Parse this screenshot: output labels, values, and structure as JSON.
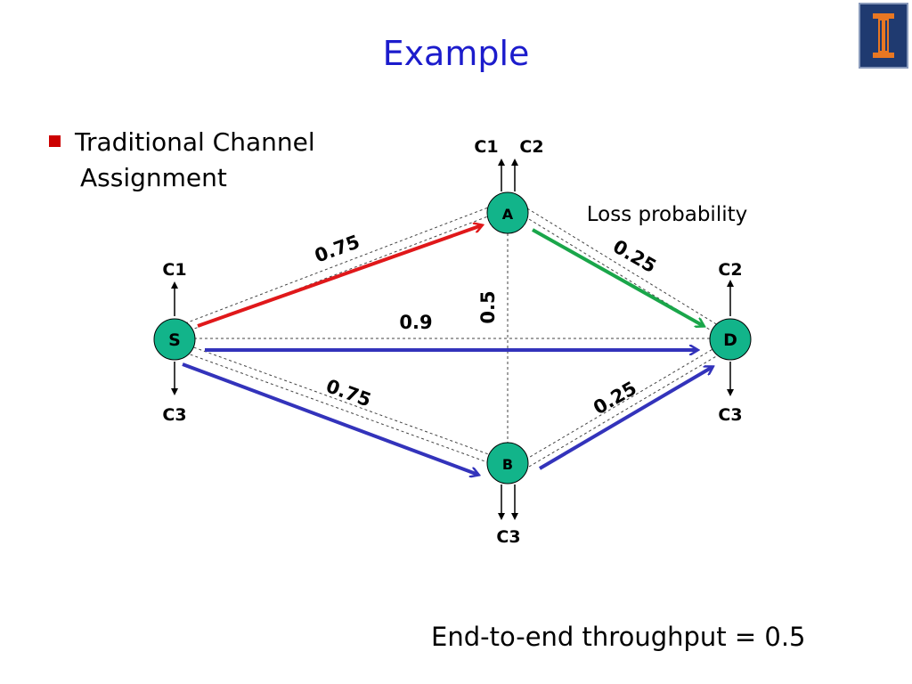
{
  "slide": {
    "title": "Example",
    "bullet": {
      "line1": "Traditional Channel",
      "line2": "Assignment"
    },
    "footer": "End-to-end throughput = 0.5",
    "logo_icon": "university-logo-icon"
  },
  "diagram": {
    "nodes": {
      "S": "S",
      "A": "A",
      "B": "B",
      "D": "D"
    },
    "loss_label": "Loss probability",
    "edge_labels": {
      "SA": "0.75",
      "AD": "0.25",
      "SD": "0.9",
      "AB": "0.5",
      "SB": "0.75",
      "BD": "0.25"
    },
    "channels": {
      "S_up": "C1",
      "S_down": "C3",
      "A_up1": "C1",
      "A_up2": "C2",
      "D_up": "C2",
      "D_down": "C3",
      "B_down": "C3"
    },
    "colors": {
      "node_fill": "#12b48a",
      "red_arrow": "#e0181a",
      "green_arrow": "#1aa64a",
      "blue_arrow": "#3333bb",
      "title": "#1c1ccc",
      "bullet": "#cc0000"
    }
  }
}
